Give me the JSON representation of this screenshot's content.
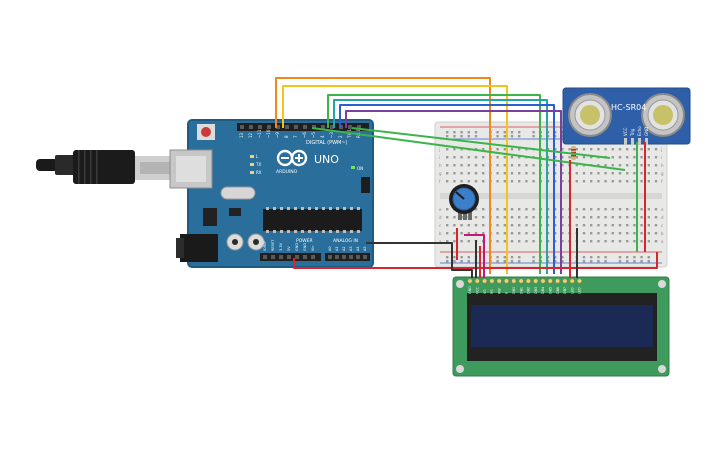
{
  "arduino": {
    "model_label": "UNO",
    "brand_label": "ARDUINO",
    "digital_label": "DIGITAL (PWM~)",
    "power_label": "POWER",
    "analog_label": "ANALOG IN",
    "on_label": "ON",
    "tx_label": "TX",
    "rx_label": "RX",
    "l_label": "L",
    "digital_pins": [
      "13",
      "12",
      "~11",
      "~10",
      "~9",
      "8",
      "7",
      "~6",
      "~5",
      "4",
      "~3",
      "2",
      "TX 1",
      "RX 0"
    ],
    "power_pins": [
      "IOREF",
      "RESET",
      "3.3V",
      "5V",
      "GND",
      "GND",
      "Vin"
    ],
    "analog_pins": [
      "A0",
      "A1",
      "A2",
      "A3",
      "A4",
      "A5"
    ],
    "colors": {
      "board": "#2a6f9b",
      "board_edge": "#1f5a80"
    }
  },
  "sensor": {
    "model_label": "HC-SR04",
    "pin_labels": [
      "VCC",
      "Trig",
      "Echo",
      "GND"
    ],
    "colors": {
      "board": "#2f5fa8"
    }
  },
  "breadboard": {
    "row_letters_top": [
      "j",
      "i",
      "h",
      "g",
      "f"
    ],
    "row_letters_bottom": [
      "e",
      "d",
      "c",
      "b",
      "a"
    ],
    "colors": {
      "body": "#e8e8e6",
      "rail_red": "#d23a3a",
      "rail_blue": "#3a5fd2"
    }
  },
  "lcd": {
    "pin_labels": [
      "GND",
      "VCC",
      "V0",
      "RS",
      "RW",
      "E",
      "DB0",
      "DB1",
      "DB2",
      "DB3",
      "DB4",
      "DB5",
      "DB6",
      "DB7",
      "LED",
      "LED"
    ],
    "colors": {
      "pcb": "#3f9a5d",
      "screen": "#1b2a55"
    }
  },
  "wires": {
    "colors": {
      "orange": "#ef8a1a",
      "yellow": "#f0c419",
      "green": "#3cb44b",
      "teal": "#22a6a6",
      "blue": "#2a5fd2",
      "purple": "#7b3fa0",
      "red": "#d8242a",
      "dark": "#333333",
      "magenta": "#c2187a"
    }
  }
}
